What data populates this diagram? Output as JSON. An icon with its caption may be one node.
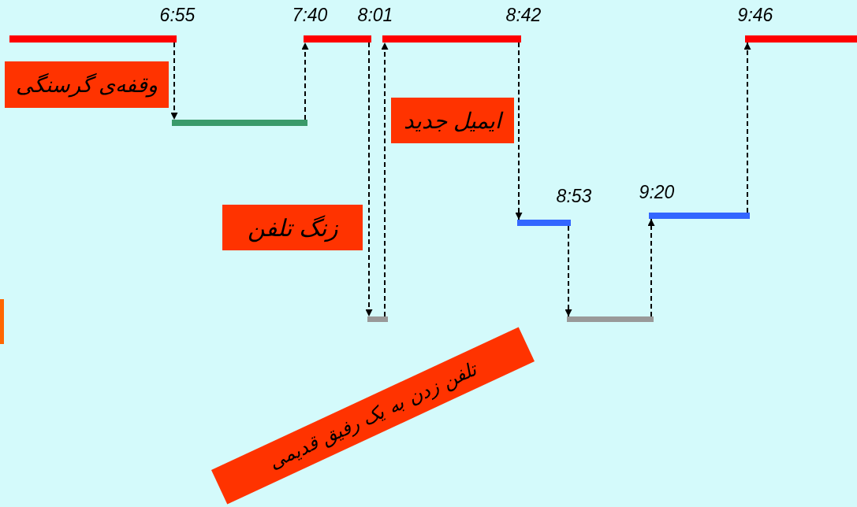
{
  "diagram": {
    "nodes": [
      {
        "text": [],
        "shape": "bar",
        "beside": [
          "6:55"
        ]
      },
      {
        "text": [],
        "shape": "bar",
        "beside": [
          "7:40",
          "8:01"
        ]
      },
      {
        "text": [],
        "shape": "bar",
        "beside": [
          "8:42"
        ]
      },
      {
        "text": [],
        "shape": "bar",
        "beside": [
          "9:46"
        ]
      },
      {
        "text": [
          "وقفه‌ی گرسنگی"
        ]
      },
      {
        "text": [],
        "shape": "bar"
      },
      {
        "text": [
          "ایمیل جدید"
        ]
      },
      {
        "text": [],
        "shape": "bar",
        "beside": [
          "8:53"
        ]
      },
      {
        "text": [],
        "shape": "bar",
        "beside": [
          "9:20"
        ]
      },
      {
        "text": [
          "زنگ تلفن"
        ]
      },
      {
        "text": [
          "تلفن زدن به یک رفیق قدیمی"
        ]
      },
      {
        "text": [],
        "shape": "box"
      },
      {
        "text": [],
        "shape": "bar"
      },
      {
        "text": [],
        "shape": "bar"
      }
    ],
    "edges": [
      {
        "from": 0,
        "to": 5,
        "arrow": "to",
        "style": "dashed"
      },
      {
        "from": 5,
        "to": 1,
        "arrow": "to",
        "style": "dashed"
      },
      {
        "from": 1,
        "to": 12,
        "arrow": "to",
        "style": "dashed"
      },
      {
        "from": 12,
        "to": 2,
        "arrow": "to",
        "style": "dashed"
      },
      {
        "from": 2,
        "to": 7,
        "arrow": "to",
        "style": "dashed"
      },
      {
        "from": 7,
        "to": 13,
        "arrow": "to",
        "style": "dashed"
      },
      {
        "from": 13,
        "to": 8,
        "arrow": "to",
        "style": "dashed"
      },
      {
        "from": 8,
        "to": 3,
        "arrow": "to",
        "style": "dashed"
      }
    ]
  }
}
